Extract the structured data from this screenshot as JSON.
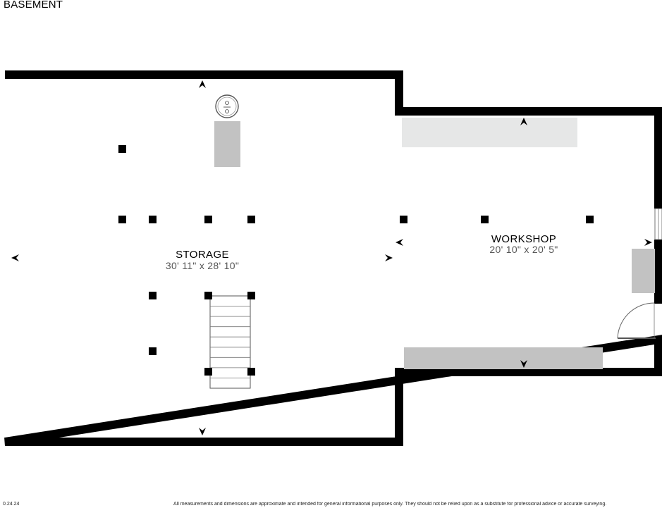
{
  "floor": {
    "title": "BASEMENT"
  },
  "rooms": {
    "storage": {
      "name": "STORAGE",
      "dimensions": "30' 11\" x 28' 10\""
    },
    "workshop": {
      "name": "WORKSHOP",
      "dimensions": "20' 10\" x 20' 5\""
    }
  },
  "footer": {
    "version": "0.24.24",
    "disclaimer": "All measurements and dimensions are approximate and intended for general informational purposes only. They should not be relied upon as a substitute for professional advice or accurate surveying."
  },
  "colors": {
    "wall": "#000000",
    "fixture_light": "#e6e7e7",
    "fixture_dark": "#c2c2c2",
    "background": "#ffffff"
  },
  "icons": {
    "meter": "electric-meter-icon",
    "arrow": "direction-arrow-icon",
    "column": "support-column-icon"
  }
}
